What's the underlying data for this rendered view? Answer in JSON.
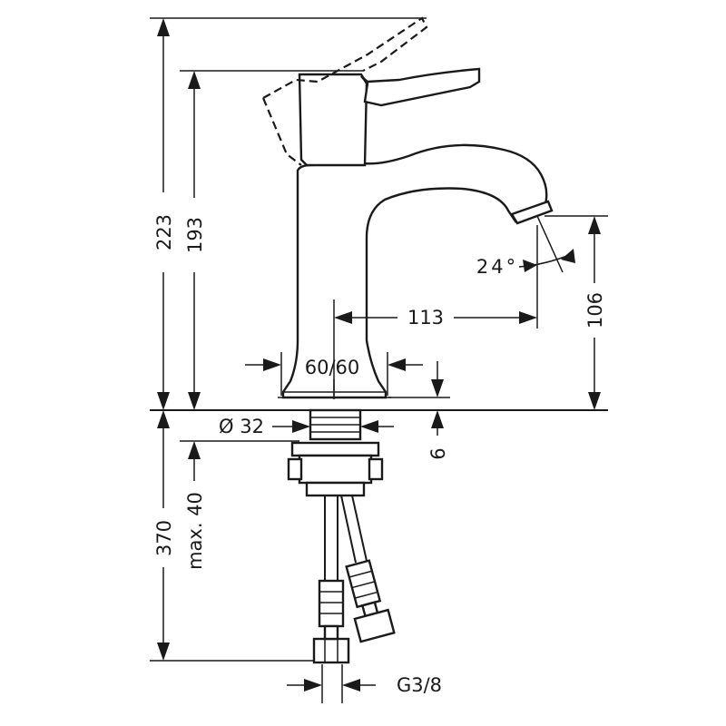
{
  "dimensions": {
    "total_height": "223",
    "top_height": "193",
    "spout_reach": "113",
    "spray_angle": "24°",
    "spout_height": "106",
    "base_width": "60/60",
    "shank_diameter": "Ø 32",
    "base_thickness": "6",
    "below_counter_length": "370",
    "max_counter_thickness": "max. 40",
    "connection_thread": "G3/8"
  },
  "colors": {
    "line": "#1a1a1a",
    "background": "#ffffff"
  }
}
